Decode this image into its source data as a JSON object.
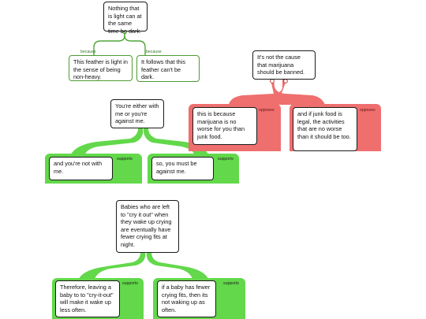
{
  "maps": [
    {
      "claim": "Nothing that is light can at the same time be dark.",
      "reasons": [
        {
          "label": "because",
          "text": "This feather is light in the sense of being non-heavy."
        },
        {
          "label": "because",
          "text": "It follows that this feather can't be dark."
        }
      ]
    },
    {
      "claim": "It's not the cause that marijuana should be banned.",
      "reasons": [
        {
          "label": "opposes",
          "text": "this is because marijuana is no worse for you than junk food."
        },
        {
          "label": "opposes",
          "text": "and if junk food is legal, the activities that are no worse than it should be too."
        }
      ]
    },
    {
      "claim": "You're either with me or you're against me.",
      "reasons": [
        {
          "label": "supports",
          "text": "and you're not with me."
        },
        {
          "label": "supports",
          "text": "so, you must be against me."
        }
      ]
    },
    {
      "claim": "Babies who are left to \"cry it out\" when they wake up crying are eventually have fewer crying fits at night.",
      "reasons": [
        {
          "label": "supports",
          "text": "Therefore, leaving a baby to to \"cry-it-out\" will make it wake up less often."
        },
        {
          "label": "supports",
          "text": "if a baby has fewer crying fits, then its not waking up as often."
        }
      ]
    }
  ],
  "colors": {
    "supports": "#62d84a",
    "opposes": "#ef6f6f",
    "because": "#5aa83e"
  }
}
